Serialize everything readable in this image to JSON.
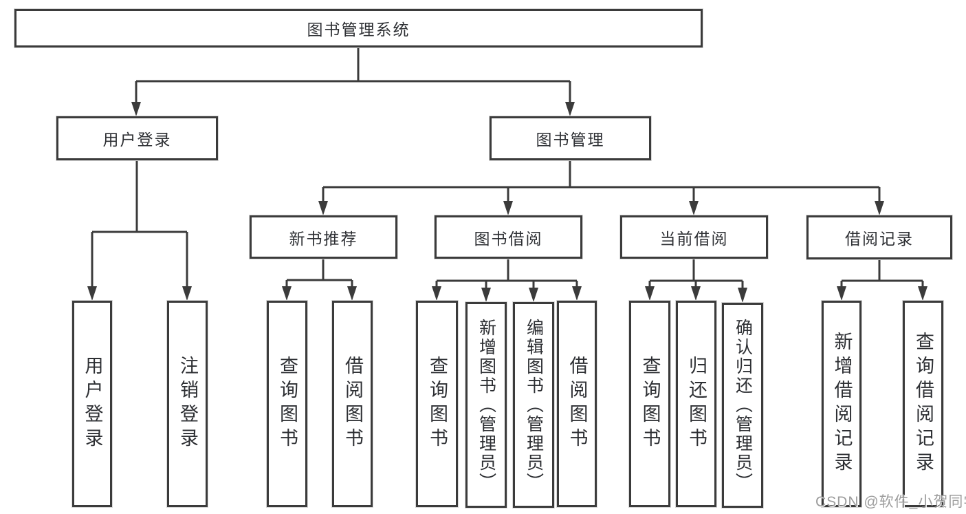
{
  "diagram": {
    "root": {
      "label": "图书管理系统"
    },
    "branches": [
      {
        "label": "用户登录",
        "children": [
          {
            "label": "用户登录"
          },
          {
            "label": "注销登录"
          }
        ]
      },
      {
        "label": "图书管理",
        "children": [
          {
            "label": "新书推荐",
            "children": [
              {
                "label": "查询图书"
              },
              {
                "label": "借阅图书"
              }
            ]
          },
          {
            "label": "图书借阅",
            "children": [
              {
                "label": "查询图书"
              },
              {
                "label": "新增图书（管理员）"
              },
              {
                "label": "编辑图书（管理员）"
              },
              {
                "label": "借阅图书"
              }
            ]
          },
          {
            "label": "当前借阅",
            "children": [
              {
                "label": "查询图书"
              },
              {
                "label": "归还图书"
              },
              {
                "label": "确认归还（管理员）"
              }
            ]
          },
          {
            "label": "借阅记录",
            "children": [
              {
                "label": "新增借阅记录"
              },
              {
                "label": "查询借阅记录"
              }
            ]
          }
        ]
      }
    ]
  },
  "watermark": {
    "text": "CSDN @软件_小贺同学"
  },
  "colors": {
    "line": "#3b3b3b",
    "text": "#2d2f33",
    "background": "#ffffff",
    "watermark": "#9c9c9c"
  }
}
